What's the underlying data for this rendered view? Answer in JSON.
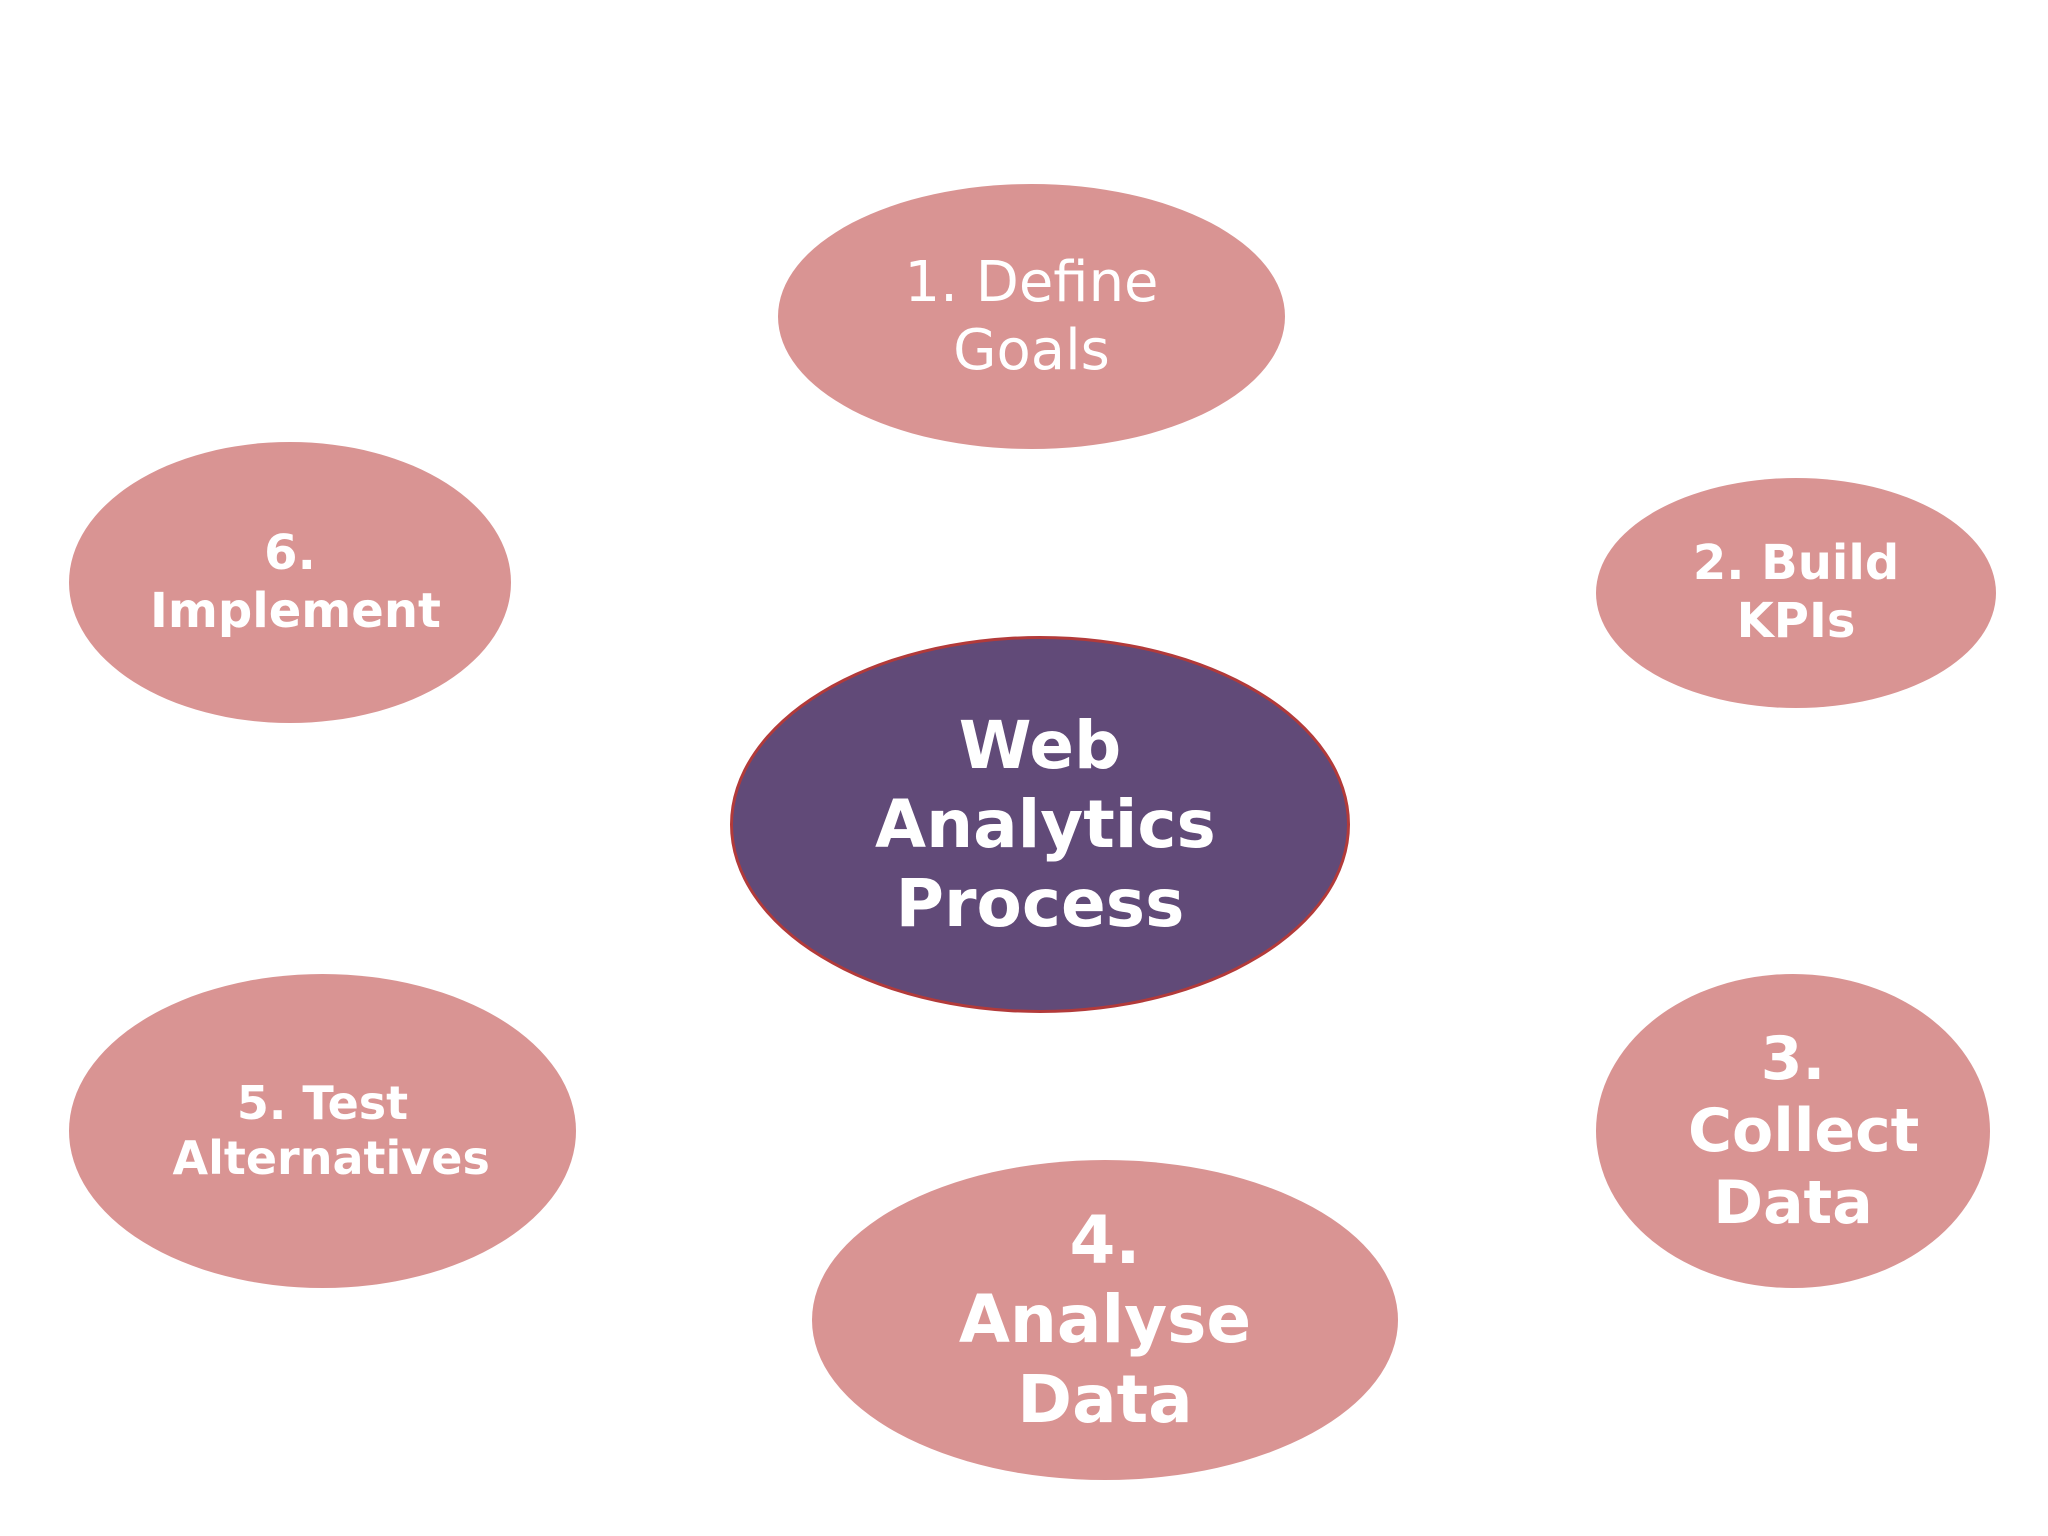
{
  "diagram": {
    "center": {
      "label": "Web Analytics Process"
    },
    "steps": [
      {
        "label": "1. Define Goals"
      },
      {
        "label": "2. Build KPIs"
      },
      {
        "label": "3. Collect Data"
      },
      {
        "label": "4. Analyse Data"
      },
      {
        "label": "5. Test Alternatives"
      },
      {
        "label": "6. Implement"
      }
    ]
  },
  "colors": {
    "step_fill": "#d99493",
    "center_fill": "#614a78",
    "center_outline": "#b23a3a",
    "text": "#ffffff"
  }
}
